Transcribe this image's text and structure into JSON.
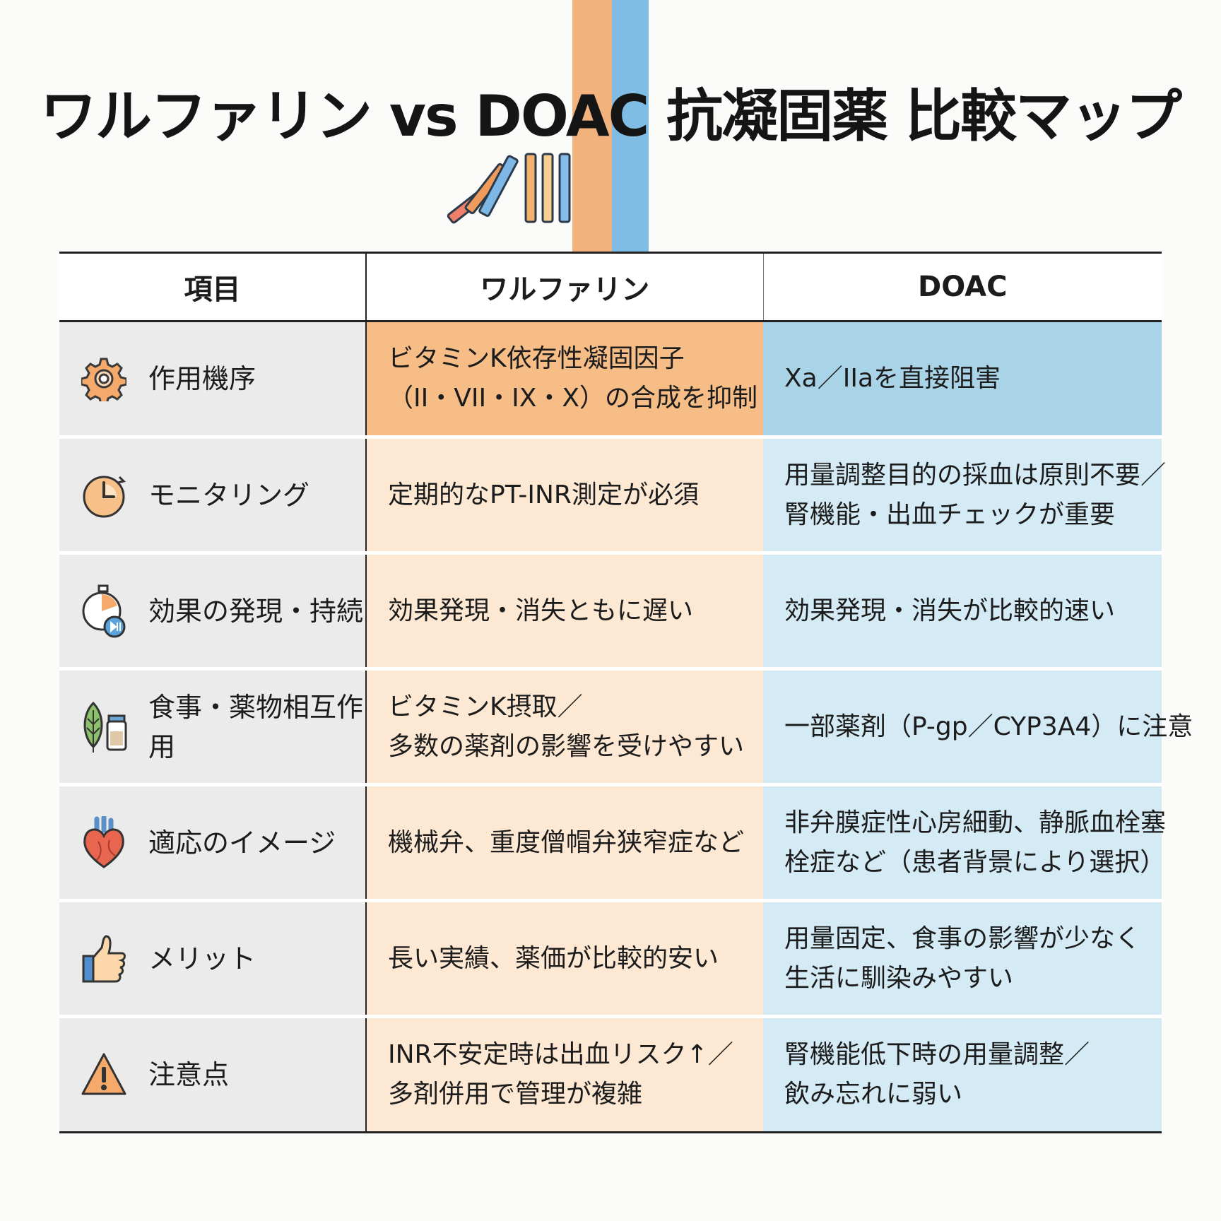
{
  "title": "ワルファリン vs DOAC 抗凝固薬 比較マップ",
  "colors": {
    "warfarin": "#f2b27e",
    "doac": "#7fbde5"
  },
  "table": {
    "headers": [
      "項目",
      "ワルファリン",
      "DOAC"
    ],
    "rows": [
      {
        "icon": "gear-icon",
        "label": "作用機序",
        "warfarin": [
          "ビタミンK依存性凝固因子",
          "（II・VII・IX・X）の合成を抑制"
        ],
        "doac": [
          "Xa／IIaを直接阻害"
        ]
      },
      {
        "icon": "clock-icon",
        "label": "モニタリング",
        "warfarin": [
          "定期的なPT-INR測定が必須"
        ],
        "doac": [
          "用量調整目的の採血は原則不要／",
          "腎機能・出血チェックが重要"
        ]
      },
      {
        "icon": "stopwatch-icon",
        "label": "効果の発現・持続",
        "warfarin": [
          "効果発現・消失ともに遅い"
        ],
        "doac": [
          "効果発現・消失が比較的速い"
        ]
      },
      {
        "icon": "leaf-vial-icon",
        "label": "食事・薬物相互作用",
        "warfarin": [
          "ビタミンK摂取／",
          "多数の薬剤の影響を受けやすい"
        ],
        "doac": [
          "一部薬剤（P-gp／CYP3A4）に注意"
        ]
      },
      {
        "icon": "heart-icon",
        "label": "適応のイメージ",
        "warfarin": [
          "機械弁、重度僧帽弁狭窄症など"
        ],
        "doac": [
          "非弁膜症性心房細動、静脈血栓塞",
          "栓症など（患者背景により選択）"
        ]
      },
      {
        "icon": "thumbs-up-icon",
        "label": "メリット",
        "warfarin": [
          "長い実績、薬価が比較的安い"
        ],
        "doac": [
          "用量固定、食事の影響が少なく",
          "生活に馴染みやすい"
        ]
      },
      {
        "icon": "warning-icon",
        "label": "注意点",
        "warfarin": [
          "INR不安定時は出血リスク↑／",
          "多剤併用で管理が複雑"
        ],
        "doac": [
          "腎機能低下時の用量調整／",
          "飲み忘れに弱い"
        ]
      }
    ]
  }
}
